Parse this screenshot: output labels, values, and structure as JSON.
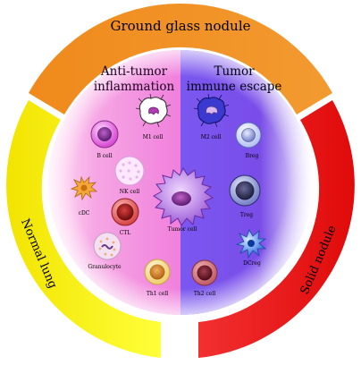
{
  "rings": {
    "top": "Ground glass nodule",
    "left": "Normal lung",
    "right": "Solid nodule"
  },
  "halves": {
    "left_title": "Anti-tumor inflammation",
    "right_title": "Tumor immune escape"
  },
  "cells": {
    "m1": "M1 cell",
    "m2": "M2 cell",
    "b": "B cell",
    "breg": "Breg",
    "nk": "NK cell",
    "cdc": "cDC",
    "ctl": "CTL",
    "tumor": "Tumor cell",
    "treg": "Treg",
    "dcreg": "DCreg",
    "granulocyte": "Granulocyte",
    "th1": "Th1 cell",
    "th2": "Th2 cell"
  },
  "colors": {
    "top_ring": "#f28a1a",
    "left_ring": "#f5e600",
    "right_ring": "#e81818",
    "anti_tumor": "#f7a8e6",
    "immune_escape": "#8a5cf0"
  }
}
